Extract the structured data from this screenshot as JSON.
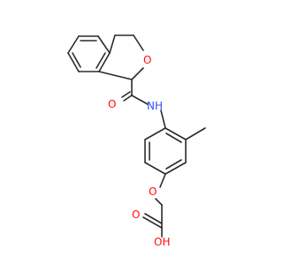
{
  "molecule": {
    "atoms": [
      {
        "id": "O1",
        "label": "O",
        "color": "#ff0d0d"
      },
      {
        "id": "O2",
        "label": "O",
        "color": "#ff0d0d"
      },
      {
        "id": "N1",
        "label": "NH",
        "color": "#3050f8"
      },
      {
        "id": "O3",
        "label": "O",
        "color": "#ff0d0d"
      },
      {
        "id": "O4",
        "label": "O",
        "color": "#ff0d0d"
      },
      {
        "id": "O5",
        "label": "OH",
        "color": "#ff0d0d"
      }
    ]
  },
  "colors": {
    "bond": "#2b2b2b",
    "background": "#ffffff"
  }
}
